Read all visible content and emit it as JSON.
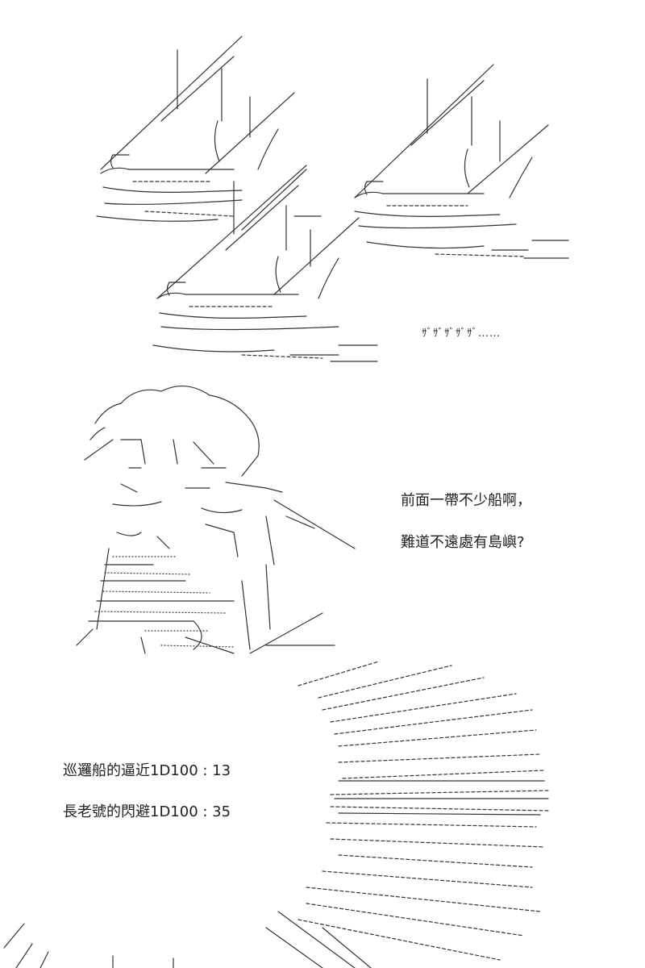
{
  "sfx": {
    "boat_rowing": "ｻﾞｻﾞｻﾞｻﾞｻﾞ……"
  },
  "dialogue": {
    "line1": "前面一帶不少船啊，",
    "line2": "難道不遠處有島嶼?"
  },
  "rolls": {
    "patrol_ship": "巡邏船的逼近1D100 : 13",
    "elder_ship": "長老號的閃避1D100 : 35"
  }
}
